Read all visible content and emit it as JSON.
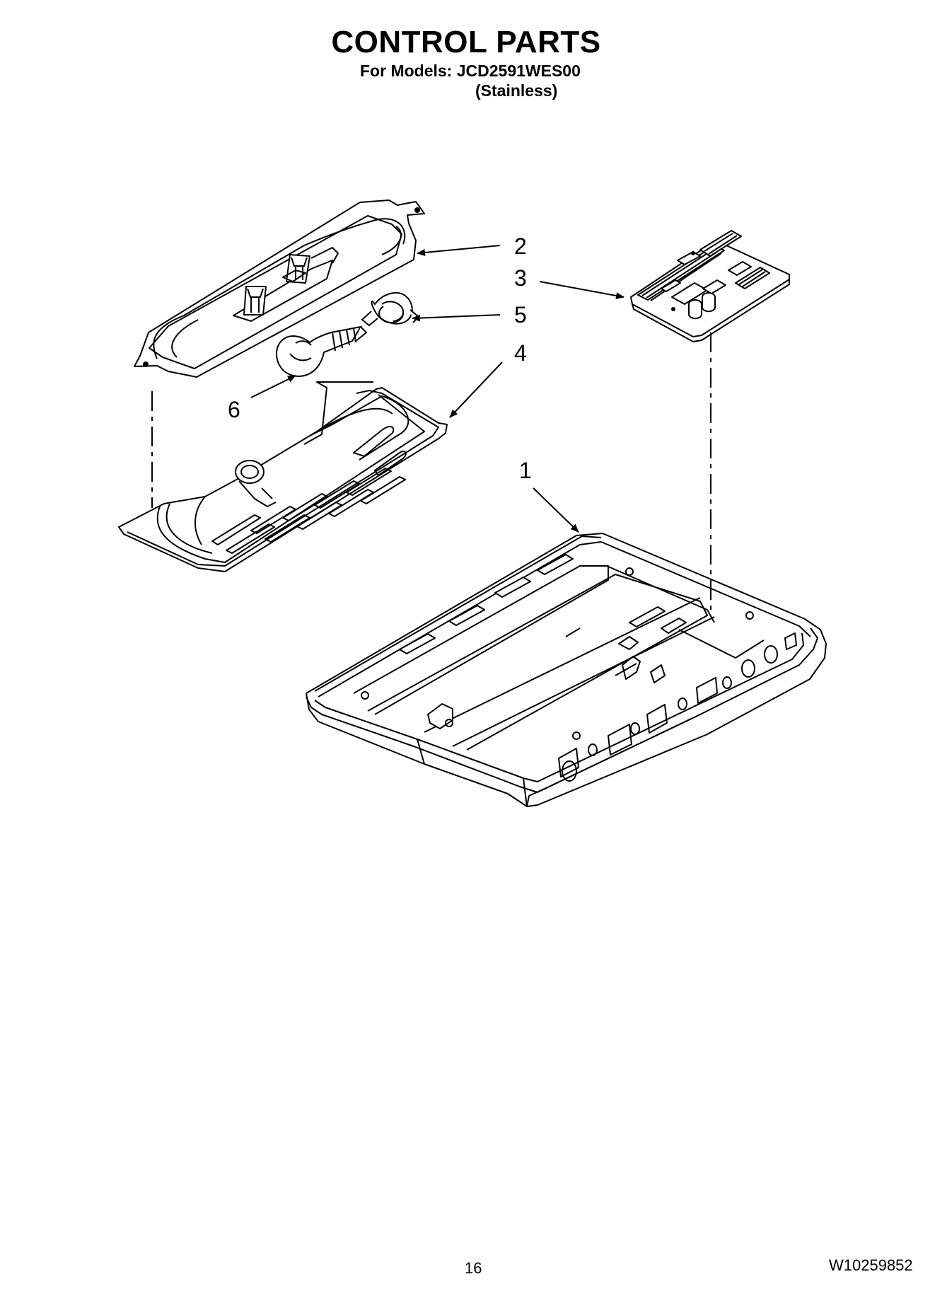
{
  "header": {
    "title": "CONTROL PARTS",
    "models_line": "For Models: JCD2591WES00",
    "variant_line": "(Stainless)"
  },
  "callouts": [
    "1",
    "2",
    "3",
    "4",
    "5",
    "6"
  ],
  "footer": {
    "page_number": "16",
    "document_number": "W10259852"
  }
}
